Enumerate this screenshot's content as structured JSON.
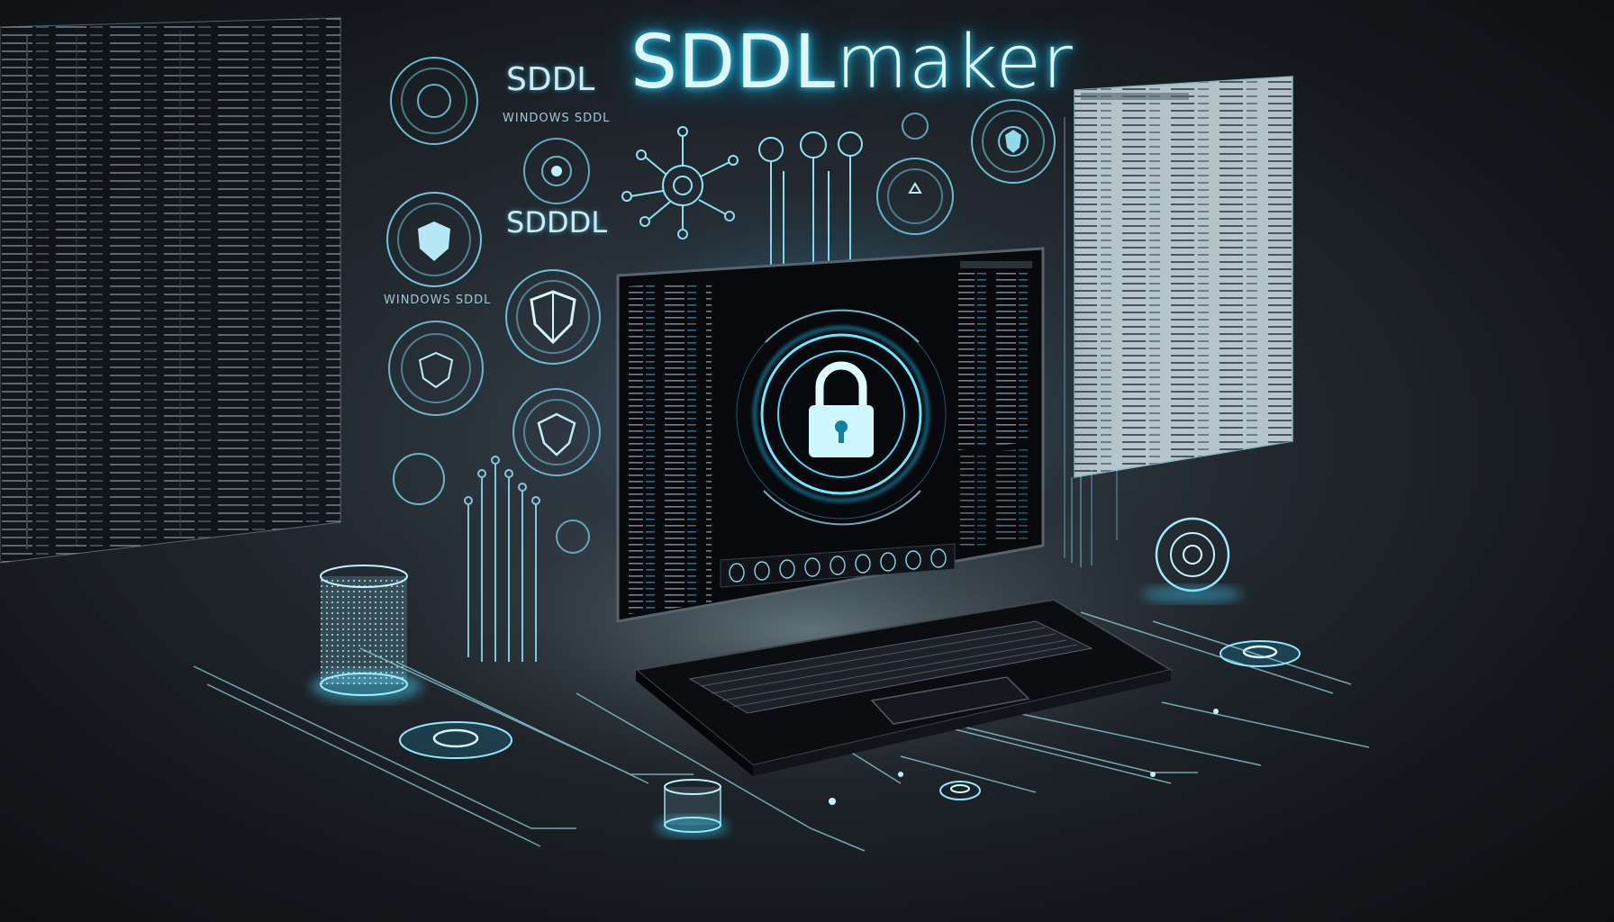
{
  "title": {
    "strong": "SDDL",
    "thin": "maker"
  },
  "labels": {
    "sddl_top": "SDDL",
    "windows_sddl_1": "WINDOWS SDDL",
    "sddl_mid": "SDDDL",
    "windows_sddl_2": "WINDOWS SDDL"
  },
  "colors": {
    "accent": "#38d6ff",
    "glow": "#6fe8ff",
    "background": "#1b2026",
    "monitor": "#050608"
  },
  "icons": [
    "padlock-icon",
    "shield-icon",
    "network-node-icon",
    "key-icon",
    "cylinder-icon",
    "ring-icon"
  ]
}
